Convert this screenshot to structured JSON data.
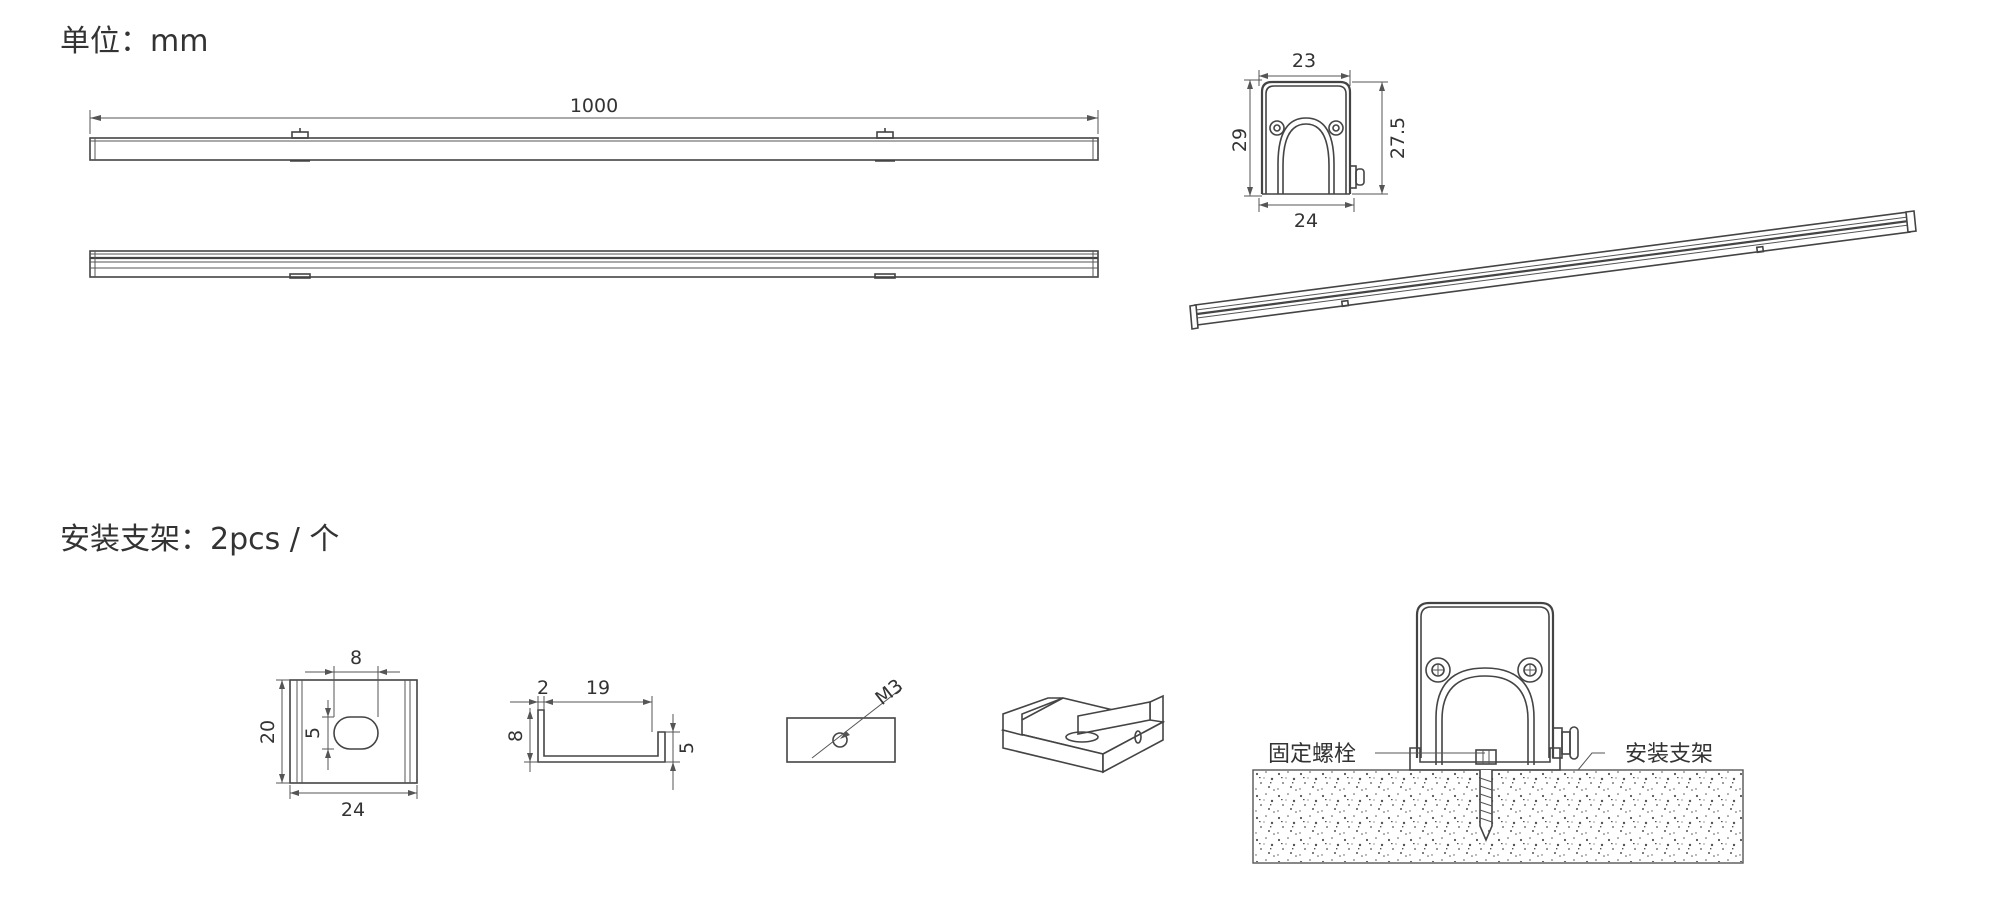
{
  "headings": {
    "unit": "单位：mm",
    "bracket": "安装支架：2pcs / 个"
  },
  "dimensions": {
    "length": "1000",
    "section_top_width": "23",
    "section_bottom_width": "24",
    "section_height_left": "29",
    "section_height_right": "27.5",
    "bracket_slot_width": "8",
    "bracket_slot_height": "5",
    "bracket_height": "20",
    "bracket_width": "24",
    "profile_lip": "2",
    "profile_length": "19",
    "profile_height": "8",
    "profile_hook": "5",
    "thread": "M3"
  },
  "callouts": {
    "bolt": "固定螺栓",
    "bracket": "安装支架"
  }
}
